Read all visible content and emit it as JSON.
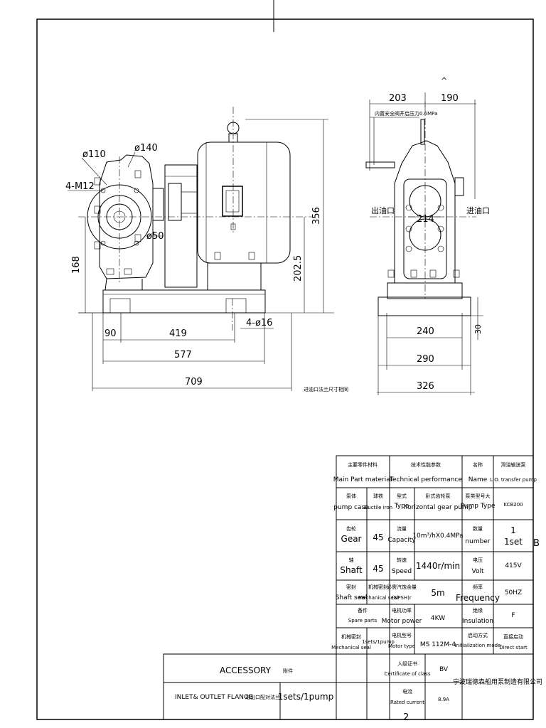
{
  "drawing": {
    "front_view_dims": {
      "d110": "ø110",
      "d140": "ø140",
      "bolts": "4-M12",
      "d50": "ø50",
      "h168": "168",
      "h356": "356",
      "h202": "202.5",
      "w90": "90",
      "w419": "419",
      "w577": "577",
      "w709": "709",
      "holes": "4-ø16"
    },
    "side_view_dims": {
      "w203": "203",
      "w190": "190",
      "w214": "214",
      "w240": "240",
      "w290": "290",
      "w326": "326",
      "h30": "30",
      "relief_note": "内置安全阀开启压力0.6MPa",
      "outlet_label": "出油口",
      "inlet_label": "进油口"
    },
    "flange_note": "进油口法兰尺寸相同",
    "caret": "^",
    "margin_b": "B",
    "page_number": "2"
  },
  "title_block": {
    "main_material_cn": "主要零件材料",
    "main_material_en": "Main Part material",
    "tech_perf_cn": "技术性能参数",
    "tech_perf_en": "Technical performance",
    "name_cn": "名称",
    "name_en": "Name",
    "name_value_cn": "滑油输送泵",
    "name_value_en": "L.O. transfer pump",
    "rows": [
      {
        "part_cn": "泵体",
        "part_en": "pump case",
        "mat_cn": "球铁",
        "mat_en": "Ductile iron",
        "perf_cn": "型式",
        "perf_en": "Type",
        "perf_val_cn": "卧式齿轮泵",
        "perf_val_en": "horizontal gear pump",
        "spec_cn": "泵类型号大",
        "spec_en": "Pump Type",
        "spec_val": "KCB200"
      },
      {
        "part_cn": "齿轮",
        "part_en": "Gear",
        "mat_val": "45",
        "perf_cn": "流量",
        "perf_en": "Capacity",
        "perf_val": "10m³/hX0.4MPa",
        "spec_cn": "数量",
        "spec_en": "number",
        "spec_val": "1",
        "spec_val2": "1set"
      },
      {
        "part_cn": "轴",
        "part_en": "Shaft",
        "mat_val": "45",
        "perf_cn": "转速",
        "perf_en": "Speed",
        "perf_val": "1440r/min",
        "spec_cn": "电压",
        "spec_en": "Volt",
        "spec_val": "415V"
      },
      {
        "part_cn": "密封",
        "part_en": "Shaft seal",
        "mat_cn": "机械密封",
        "mat_en": "Mechanical seal",
        "perf_cn": "必需汽蚀余量",
        "perf_en": "(NPSH)r",
        "perf_val": "5m",
        "spec_cn": "频率",
        "spec_en": "Frequency",
        "spec_val": "50HZ"
      },
      {
        "part_cn": "备件",
        "part_en": "Spare parts",
        "perf_cn": "电机功率",
        "perf_en": "Motor power",
        "perf_val": "4KW",
        "spec_cn": "绝缘",
        "spec_en": "Insulation",
        "spec_val": "F"
      },
      {
        "part_cn": "机械密封",
        "part_en": "Mechanical seal",
        "mat_val": "1sets/1pump",
        "perf_cn": "电机型号",
        "perf_en": "Motor type",
        "perf_val": "MS 112M-4",
        "spec_cn": "启动方式",
        "spec_en": "Initialization mode",
        "spec_val_cn": "直接启动",
        "spec_val_en": "Direct start"
      }
    ],
    "accessory_title": "ACCESSORY",
    "accessory_cn": "附件",
    "accessory_item": "INLET& OUTLET FLANGE",
    "accessory_item_cn": "进出口配对法兰",
    "accessory_qty": "1sets/1pump",
    "cert_cn": "入级证书",
    "cert_en": "Certificate of class",
    "cert_val": "BV",
    "current_cn": "电流",
    "current_en": "Rated current",
    "current_val": "8.9A",
    "company": "宁波瑞德森船用泵制造有限公司"
  }
}
